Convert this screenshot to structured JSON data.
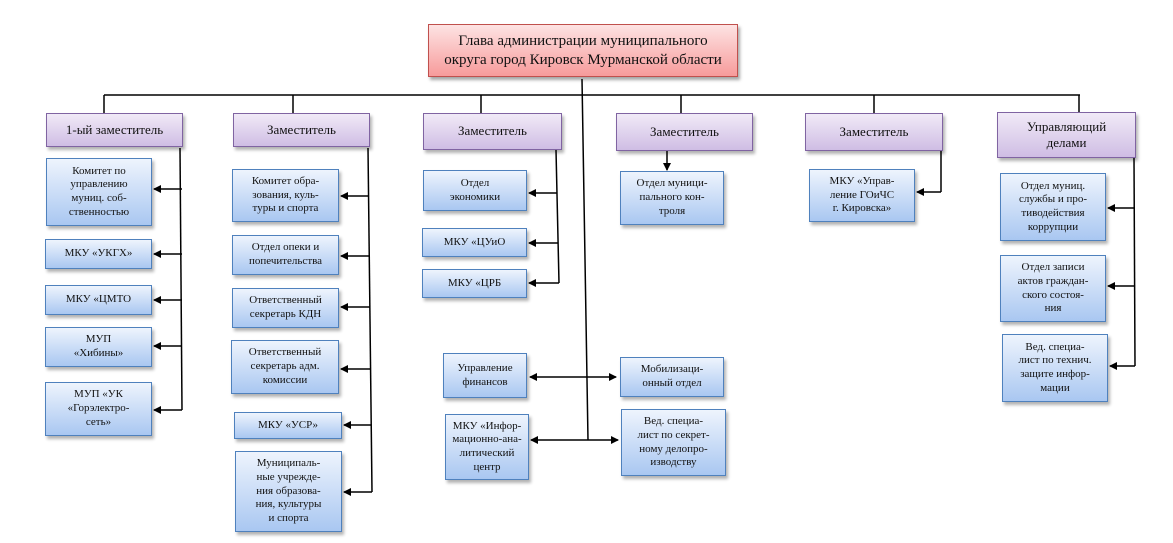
{
  "head": {
    "label": "Глава администрации муниципального\nокруга город Кировск Мурманской области"
  },
  "deputies": [
    {
      "label": "1-ый заместитель",
      "units": [
        "Комитет по\nуправлению\nмуниц. соб-\nственностью",
        "МКУ «УКГХ»",
        "МКУ «ЦМТО",
        "МУП\n«Хибины»",
        "МУП «УК\n«Горэлектро-\nсеть»"
      ]
    },
    {
      "label": "Заместитель",
      "units": [
        "Комитет обра-\nзования, куль-\nтуры и спорта",
        "Отдел опеки и\nпопечительства",
        "Ответственный\nсекретарь КДН",
        "Ответственный\nсекретарь адм.\nкомиссии",
        "МКУ «УСР»",
        "Муниципаль-\nные учрежде-\nния образова-\nния, культуры\nи спорта"
      ]
    },
    {
      "label": "Заместитель",
      "units": [
        "Отдел\nэкономики",
        "МКУ «ЦУиО",
        "МКУ «ЦРБ"
      ]
    },
    {
      "label": "Заместитель",
      "units": [
        "Отдел муници-\nпального кон-\nтроля"
      ]
    },
    {
      "label": "Заместитель",
      "units": [
        "МКУ «Управ-\nление ГОиЧС\nг. Кировска»"
      ]
    },
    {
      "label": "Управляющий\nделами",
      "units": [
        "Отдел муниц.\nслужбы и про-\nтиводействия\nкоррупции",
        "Отдел записи\nактов граждан-\nского состоя-\nния",
        "Вед. специа-\nлист по технич.\nзащите инфор-\nмации"
      ]
    }
  ],
  "direct_units": {
    "left": [
      "Управление\nфинансов",
      "МКУ «Инфор-\nмационно-ана-\nлитический\nцентр"
    ],
    "right": [
      "Мобилизаци-\nонный отдел",
      "Вед. специа-\nлист по секрет-\nному делопро-\nизводству"
    ]
  }
}
